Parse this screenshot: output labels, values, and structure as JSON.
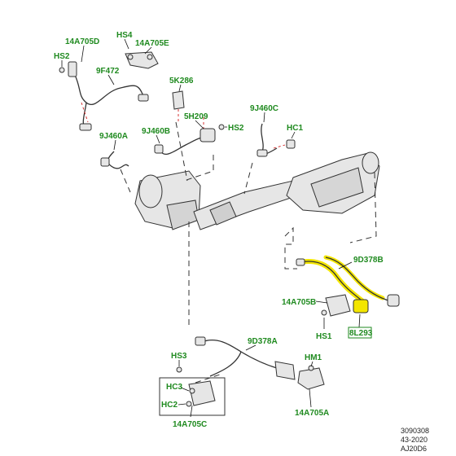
{
  "colors": {
    "label_green": "#1f8a1f",
    "highlight_yellow": "#f3e600",
    "line_dark": "#333333",
    "leader_red": "#d22020"
  },
  "labels": {
    "l_14a705d": "14A705D",
    "l_hs4": "HS4",
    "l_14a705e": "14A705E",
    "l_hs2_top": "HS2",
    "l_9f472": "9F472",
    "l_5k286": "5K286",
    "l_5h209": "5H209",
    "l_hs2_mid": "HS2",
    "l_9j460c": "9J460C",
    "l_hc1": "HC1",
    "l_9j460b": "9J460B",
    "l_9j460a": "9J460A",
    "l_9d378b": "9D378B",
    "l_14a705b": "14A705B",
    "l_hs1": "HS1",
    "l_8l293": "8L293",
    "l_9d378a": "9D378A",
    "l_hs3": "HS3",
    "l_hm1": "HM1",
    "l_hc3": "HC3",
    "l_hc2": "HC2",
    "l_14a705a": "14A705A",
    "l_14a705c": "14A705C"
  },
  "reference": {
    "line1": "3090308",
    "line2": "43-2020",
    "line3": "AJ20D6"
  }
}
